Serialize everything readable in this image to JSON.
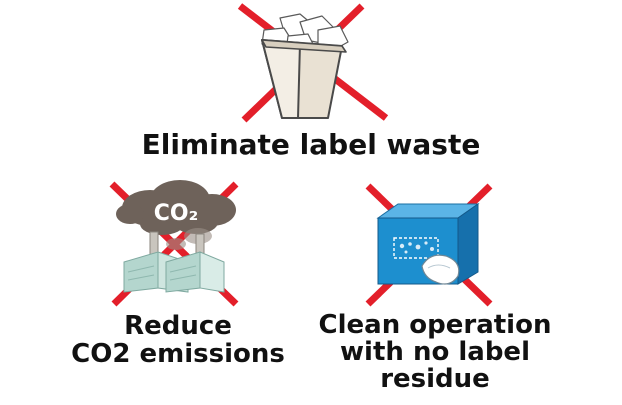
{
  "items": [
    {
      "id": "waste",
      "icon": "wastebasket-icon",
      "label_lines": [
        "Eliminate label waste"
      ]
    },
    {
      "id": "co2",
      "icon": "factory-co2-icon",
      "icon_text": "CO₂",
      "label_lines": [
        "Reduce",
        "CO2 emissions"
      ]
    },
    {
      "id": "clean",
      "icon": "box-label-residue-icon",
      "label_lines": [
        "Clean operation",
        "with no label",
        "residue"
      ]
    }
  ],
  "colors": {
    "cross": "#e31f2a",
    "text": "#111111",
    "basket": "#e9e1d3",
    "smoke": "#6e625a",
    "box": "#1d8fcf",
    "factory": "#b4d6ce"
  }
}
